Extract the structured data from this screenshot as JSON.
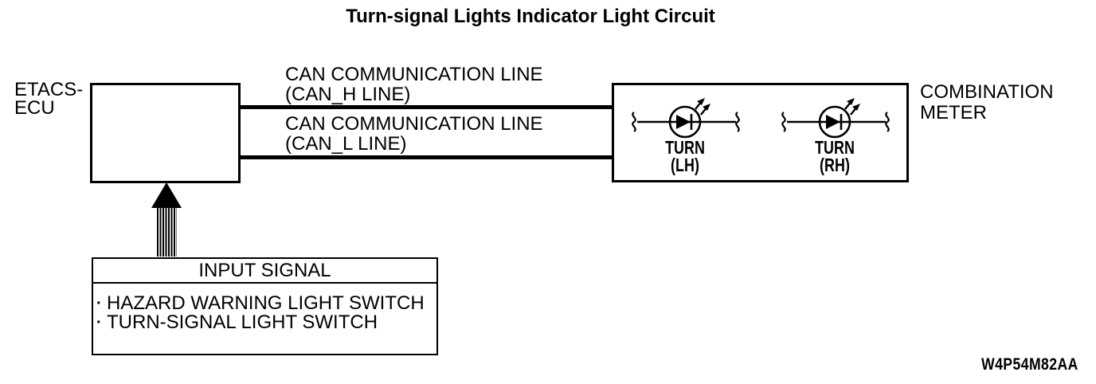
{
  "title": "Turn-signal Lights Indicator Light Circuit",
  "figure_code": "W4P54M82AA",
  "colors": {
    "ink": "#000000",
    "paper": "#ffffff"
  },
  "etacs_ecu": {
    "label_line1": "ETACS-",
    "label_line2": "ECU"
  },
  "can_lines": {
    "h": {
      "label_line1": "CAN COMMUNICATION LINE",
      "label_line2": "(CAN_H LINE)"
    },
    "l": {
      "label_line1": "CAN COMMUNICATION LINE",
      "label_line2": "(CAN_L LINE)"
    }
  },
  "combination_meter": {
    "label_line1": "COMBINATION",
    "label_line2": "METER",
    "indicators": [
      {
        "line1": "TURN",
        "line2": "(LH)"
      },
      {
        "line1": "TURN",
        "line2": "(RH)"
      }
    ]
  },
  "input_signal": {
    "header": "INPUT SIGNAL",
    "bullet": "·",
    "items": [
      "HAZARD WARNING LIGHT SWITCH",
      "TURN-SIGNAL LIGHT SWITCH"
    ]
  }
}
